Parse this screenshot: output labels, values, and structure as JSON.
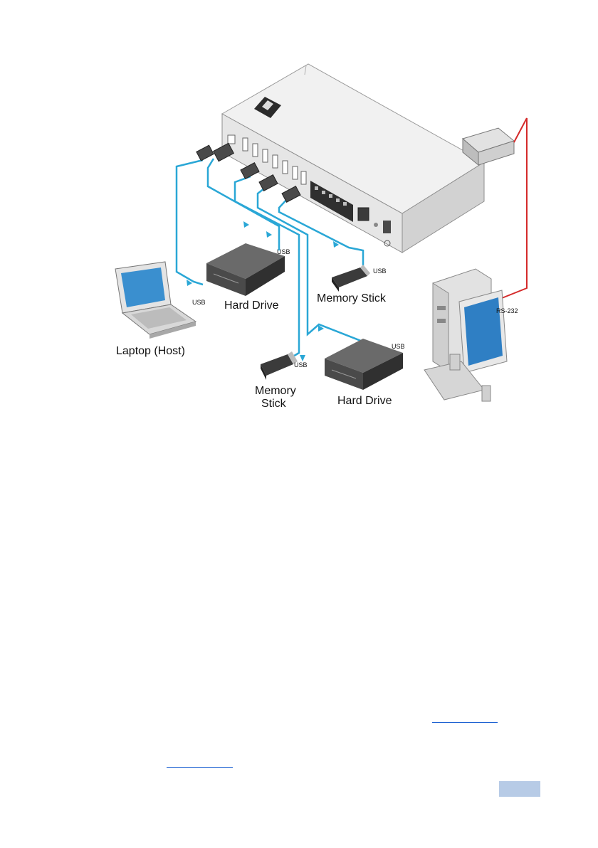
{
  "diagram": {
    "labels": {
      "laptop": "Laptop (Host)",
      "hard_drive_1": "Hard Drive",
      "hard_drive_2": "Hard Drive",
      "memory_stick_1": "Memory Stick",
      "memory_stick_2_line1": "Memory",
      "memory_stick_2_line2": "Stick",
      "usb": "USB",
      "rs232": "RS-232"
    },
    "colors": {
      "usb_cable": "#2aa7d6",
      "rs232_cable": "#d42a2a",
      "device_body": "#eeeeee",
      "page_tab": "#b7cbe6",
      "link": "#1a5fd1"
    }
  }
}
